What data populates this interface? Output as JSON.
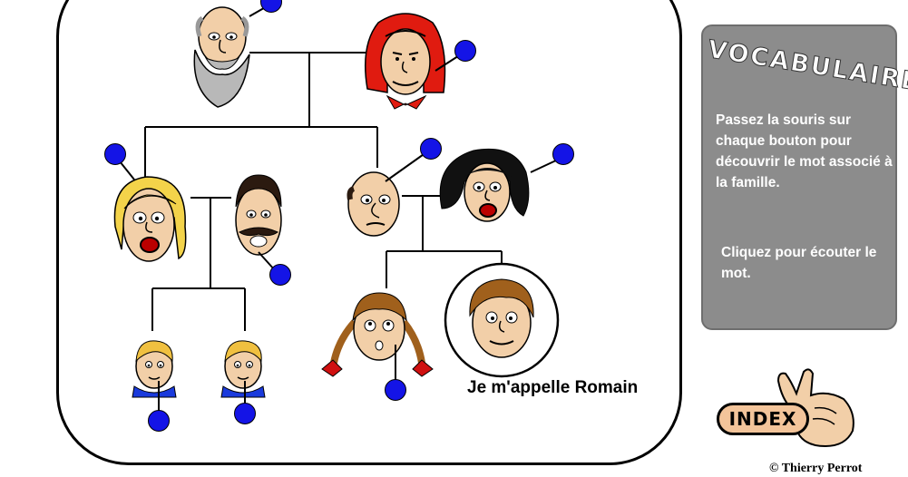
{
  "panel": {
    "title": "VOCABULAIRE",
    "instruction_hover": "Passez la souris sur chaque bouton pour découvrir le mot associé à la famille.",
    "instruction_click": "Cliquez pour écouter le mot."
  },
  "caption": "Je m'appelle Romain",
  "index_button": "INDEX",
  "copyright": "© Thierry Perrot",
  "colors": {
    "button_blue": "#1414e6",
    "panel_gray": "#8c8c8c",
    "index_fill": "#f3c49a"
  }
}
